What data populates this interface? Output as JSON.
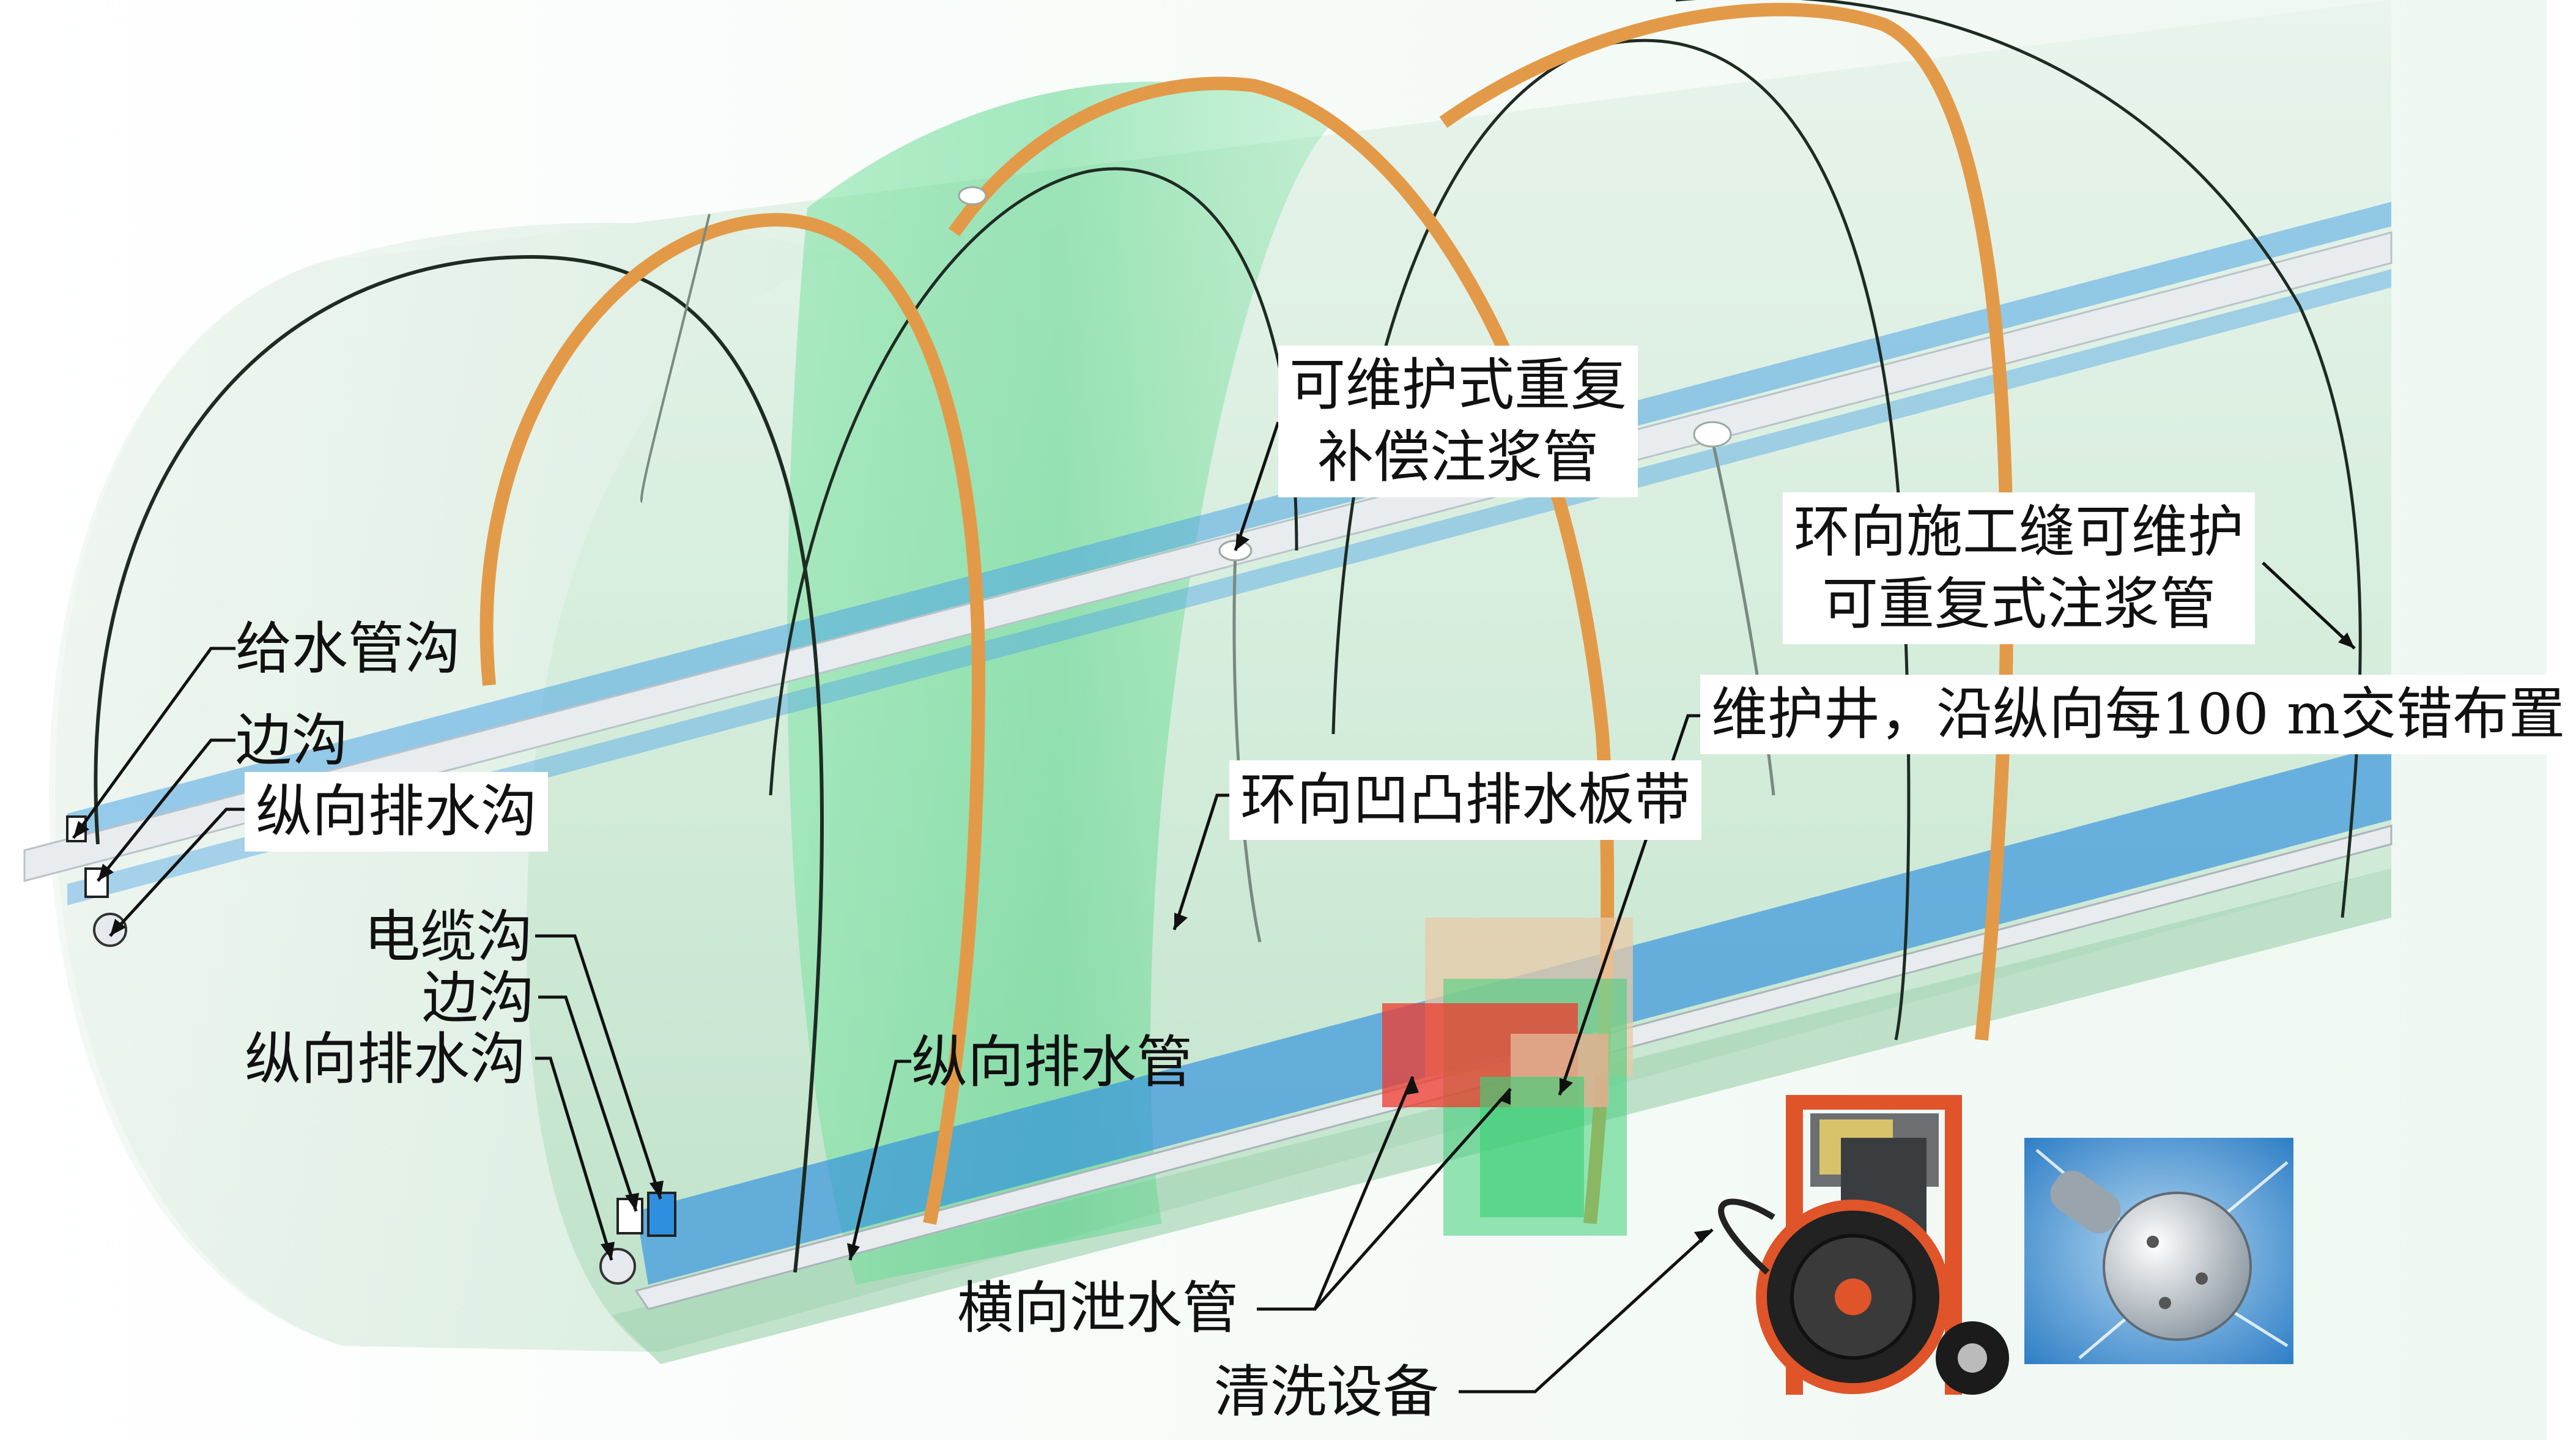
{
  "labels": {
    "water_supply_trench": "给水管沟",
    "side_ditch_left": "边沟",
    "longitudinal_drain_ditch_left": "纵向排水沟",
    "cable_trench": "电缆沟",
    "side_ditch_right": "边沟",
    "longitudinal_drain_ditch_right": "纵向排水沟",
    "longitudinal_drain_pipe": "纵向排水管",
    "repeatable_grouting_pipe_line1": "可维护式重复",
    "repeatable_grouting_pipe_line2": "补偿注浆管",
    "circ_joint_grouting_pipe_line1": "环向施工缝可维护",
    "circ_joint_grouting_pipe_line2": "可重复式注浆管",
    "maintenance_well": "维护井，沿纵向每100 m交错布置",
    "circ_drain_board": "环向凹凸排水板带",
    "transverse_drain_pipe": "横向泄水管",
    "cleaning_equipment": "清洗设备"
  },
  "colors": {
    "tunnel_tint": "#cfe9d6",
    "lining_ring": "#1e2b22",
    "drain_board": "#e39a48",
    "green_band": "#3fd07a",
    "water_channel": "#2e8fe0",
    "maintenance_well_red": "#f03a2e",
    "equipment_frame": "#e0542a"
  },
  "icons": [
    "cleaning-machine-icon",
    "nozzle-icon"
  ]
}
